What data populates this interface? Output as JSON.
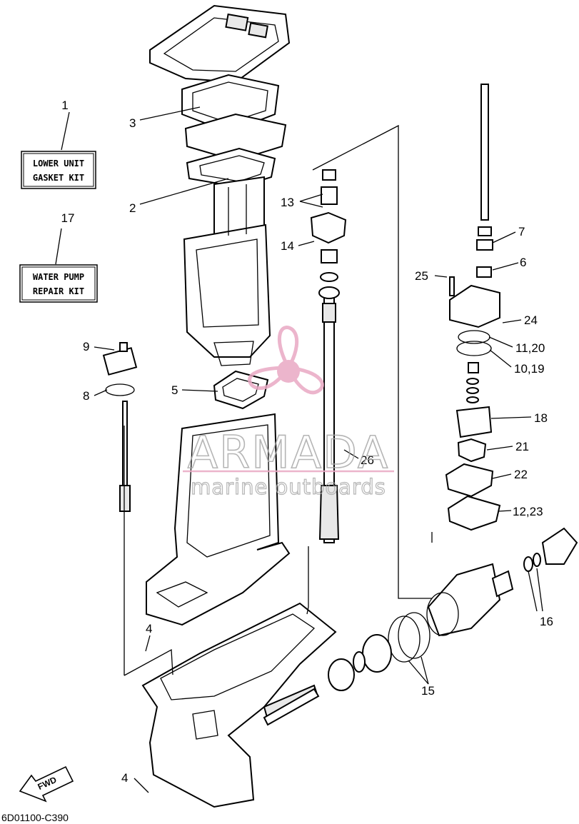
{
  "kits": [
    {
      "number": "1",
      "lines": [
        "LOWER UNIT",
        "GASKET KIT"
      ]
    },
    {
      "number": "17",
      "lines": [
        "WATER PUMP",
        "REPAIR KIT"
      ]
    }
  ],
  "callouts": {
    "c2": "2",
    "c3": "3",
    "c4a": "4",
    "c4b": "4",
    "c5": "5",
    "c6": "6",
    "c7": "7",
    "c8": "8",
    "c9": "9",
    "c10_19": "10,19",
    "c11_20": "11,20",
    "c12_23": "12,23",
    "c13": "13",
    "c14": "14",
    "c15": "15",
    "c16": "16",
    "c18": "18",
    "c21": "21",
    "c22": "22",
    "c24": "24",
    "c25": "25",
    "c26": "26"
  },
  "watermark": {
    "brand": "ARMADA",
    "tagline": "marine outboards",
    "color": "#e9a9c4"
  },
  "direction_label": "FWD",
  "drawing_code": "6D01100-C390"
}
